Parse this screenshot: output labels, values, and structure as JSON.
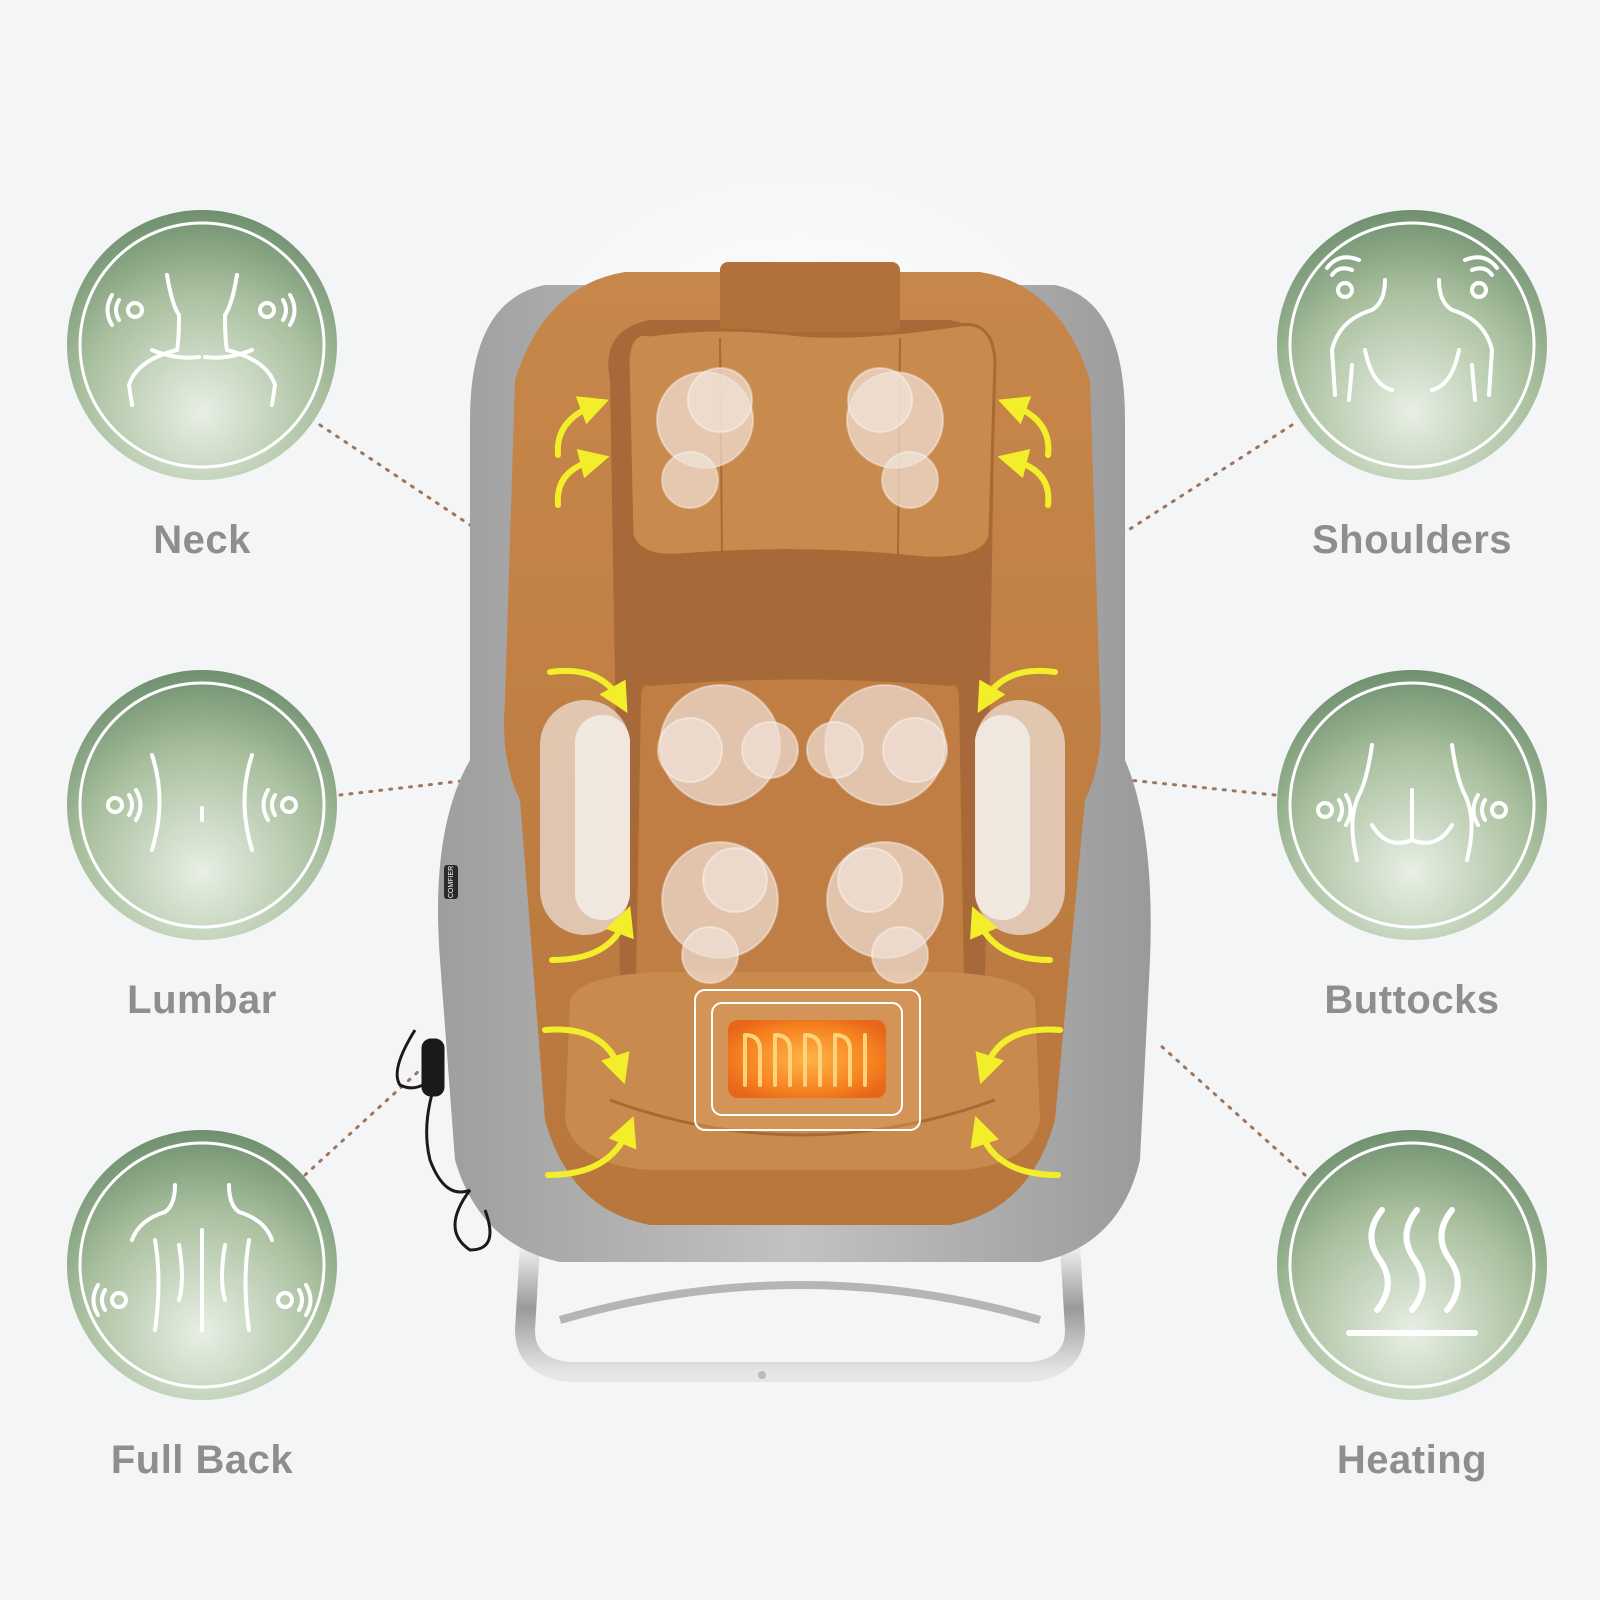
{
  "colors": {
    "background": "#f4f5f7",
    "badge_dark": "#6f8f6e",
    "badge_light": "#dbe6d6",
    "label_text": "#8e8e8e",
    "chair_leather": "#c98a4d",
    "chair_fabric": "#a9a9a9",
    "arrow": "#f2ef2a",
    "heat_pad": "#f5821f",
    "leader_line": "#a0755a"
  },
  "features": {
    "neck": {
      "label": "Neck",
      "icon": "neck-icon"
    },
    "lumbar": {
      "label": "Lumbar",
      "icon": "lumbar-icon"
    },
    "full_back": {
      "label": "Full Back",
      "icon": "full-back-icon"
    },
    "shoulders": {
      "label": "Shoulders",
      "icon": "shoulders-icon"
    },
    "buttocks": {
      "label": "Buttocks",
      "icon": "buttocks-icon"
    },
    "heating": {
      "label": "Heating",
      "icon": "heating-icon"
    }
  },
  "product": {
    "brand_tag": "COMFIER"
  }
}
